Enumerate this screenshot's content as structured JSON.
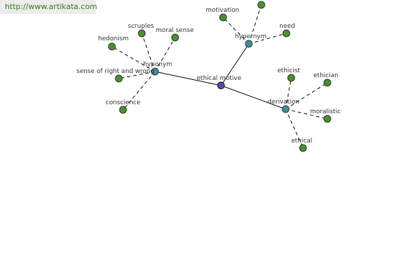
{
  "banner": {
    "url": "http://www.artikata.com"
  },
  "graph": {
    "root": {
      "label": "ethical motive"
    },
    "hubs": {
      "hyponym": {
        "label": "hyponym"
      },
      "hypernym": {
        "label": "hypernym"
      },
      "derivation": {
        "label": "derivation"
      }
    },
    "leaves": {
      "scruples": "scruples",
      "moral_sense": "moral sense",
      "hedonism": "hedonism",
      "sense_of_right_and_wrong": "sense of right and wrong",
      "conscience": "conscience",
      "motivation": "motivation",
      "need": "need",
      "top_unlabeled": "",
      "ethicist": "ethicist",
      "ethician": "ethician",
      "moralistic": "moralistic",
      "ethical": "ethical"
    }
  },
  "colors": {
    "leaf": "#4e8c3a",
    "hub": "#4a8d8f",
    "root": "#4e4f9c",
    "banner_bg": "#ececec",
    "banner_text": "#3a7a1a"
  }
}
